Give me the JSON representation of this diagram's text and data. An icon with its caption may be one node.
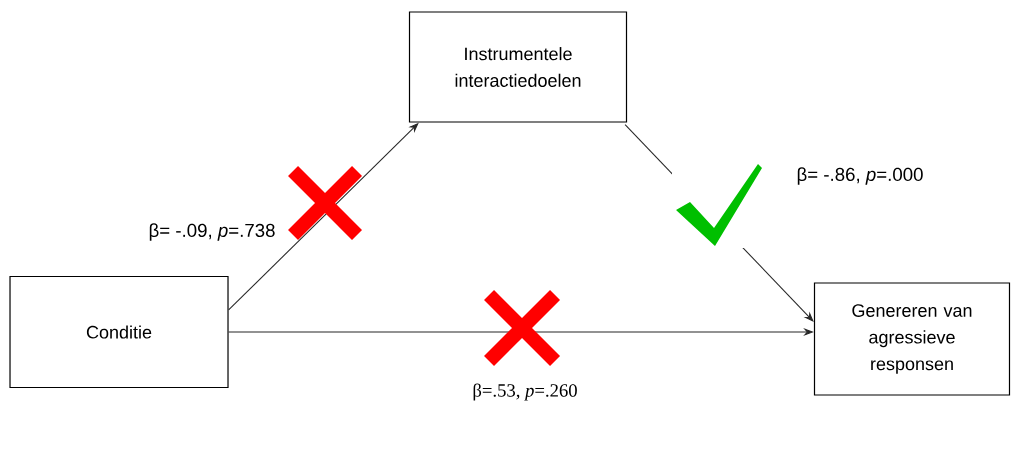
{
  "diagram": {
    "nodes": [
      {
        "text": [
          "Instrumentele interactiedoelen"
        ]
      },
      {
        "text": [
          "Conditie"
        ]
      },
      {
        "text": [
          "Genereren van agressieve responsen"
        ]
      }
    ],
    "edges": [
      {
        "from": 1,
        "to": 0,
        "arrow": "to",
        "label": "β= -.09, *p*=.738"
      },
      {
        "from": 0,
        "to": 2,
        "arrow": "to",
        "label": "β= -.86, *p*=.000"
      },
      {
        "from": 1,
        "to": 2,
        "arrow": "to",
        "label": "β=.53, *p*=.260"
      }
    ]
  }
}
